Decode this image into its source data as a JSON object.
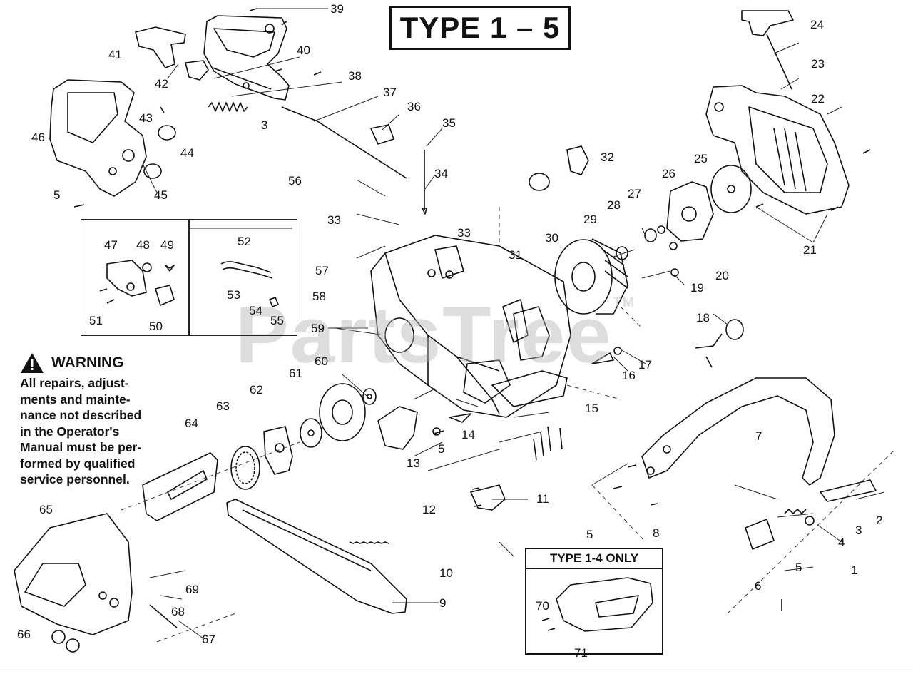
{
  "title": "TYPE 1 – 5",
  "watermark": "PartsTree",
  "watermark_tm": "TM",
  "warning": {
    "heading": "WARNING",
    "body": "All repairs, adjust-\nments and mainte-\nnance not described\nin the Operator's\nManual must be per-\nformed by qualified\nservice personnel."
  },
  "inset_label": "TYPE 1-4 ONLY",
  "part_labels": [
    "1",
    "2",
    "3",
    "3",
    "4",
    "5",
    "5",
    "5",
    "5",
    "6",
    "7",
    "8",
    "9",
    "10",
    "11",
    "12",
    "13",
    "14",
    "15",
    "16",
    "17",
    "18",
    "19",
    "20",
    "21",
    "22",
    "23",
    "24",
    "25",
    "26",
    "27",
    "28",
    "29",
    "30",
    "31",
    "32",
    "33",
    "33",
    "34",
    "35",
    "36",
    "37",
    "38",
    "39",
    "40",
    "41",
    "42",
    "43",
    "44",
    "45",
    "46",
    "47",
    "48",
    "49",
    "50",
    "51",
    "52",
    "53",
    "54",
    "55",
    "56",
    "57",
    "58",
    "59",
    "60",
    "61",
    "62",
    "63",
    "64",
    "65",
    "66",
    "67",
    "68",
    "69",
    "70",
    "71"
  ]
}
